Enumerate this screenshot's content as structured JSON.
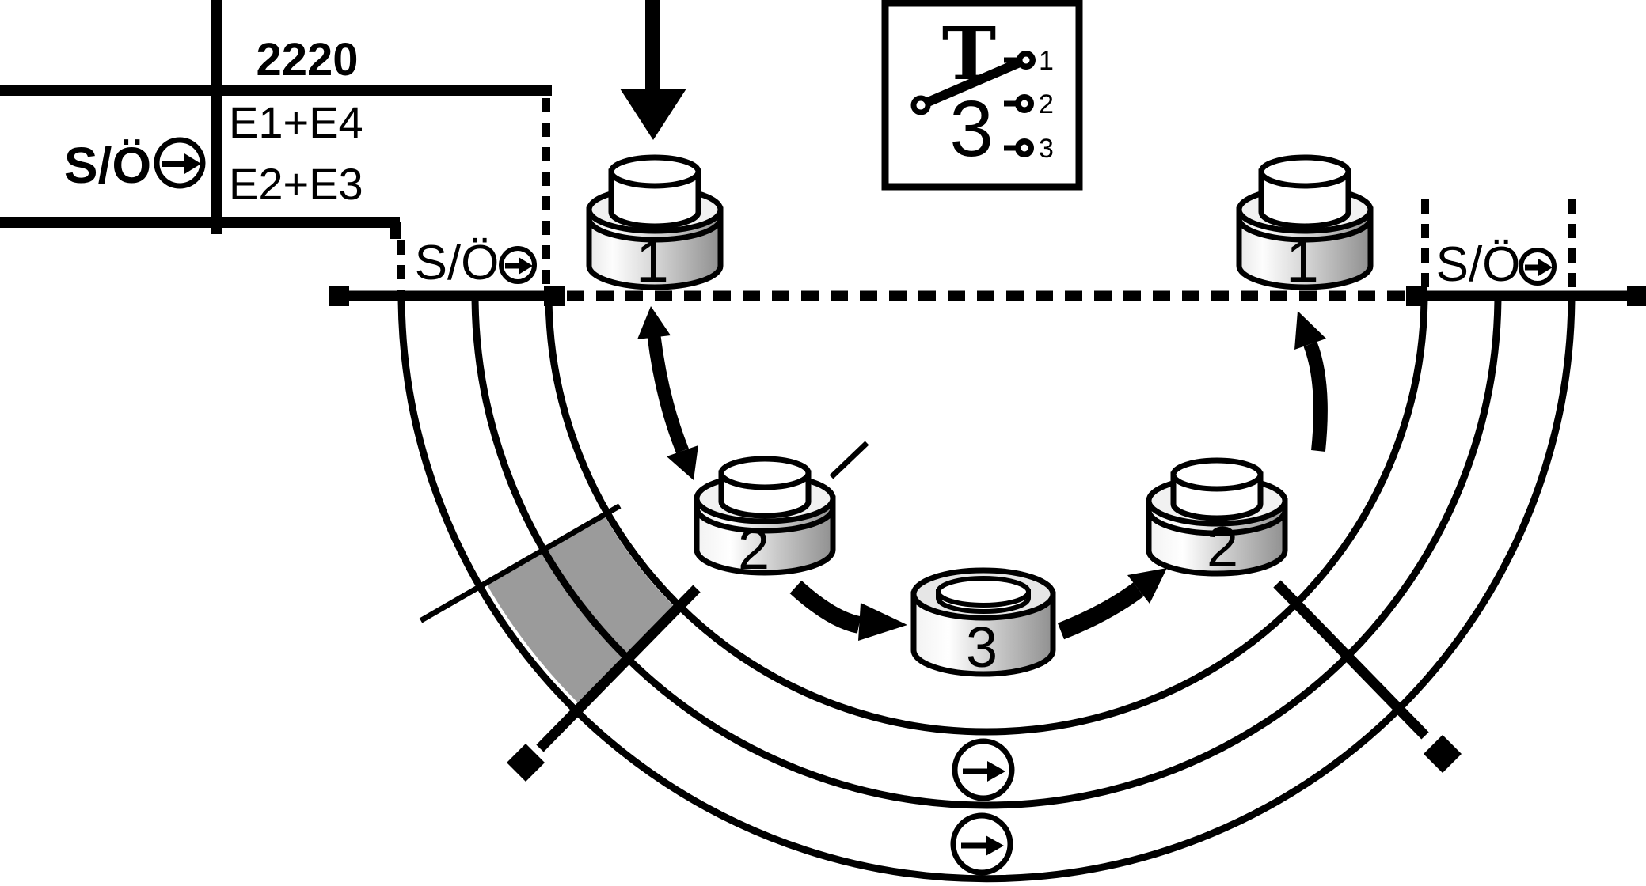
{
  "title_block": {
    "part_number": "2220",
    "contact_label": "S/Ö",
    "wiring_line1": "E1+E4",
    "wiring_line2": "E2+E3"
  },
  "rail_labels": {
    "left": "S/Ö",
    "right": "S/Ö"
  },
  "switch_symbol": {
    "handle_type": "T",
    "num_positions": "3",
    "terminals": [
      "1",
      "2",
      "3"
    ]
  },
  "path_positions": {
    "pos1_left": "1",
    "pos2_left": "2",
    "pos3_bottom": "3",
    "pos2_right": "2",
    "pos1_right": "1"
  },
  "icons": {
    "press_arrow": "down-arrow",
    "travel_arrows": "curved-arrows",
    "rotation_arrows": "circled-right-arrows"
  },
  "colors": {
    "line": "#000000",
    "band_gray": "#9b9b9b",
    "button_dark": "#8f8f8f",
    "button_light": "#ffffff",
    "background": "#ffffff"
  }
}
